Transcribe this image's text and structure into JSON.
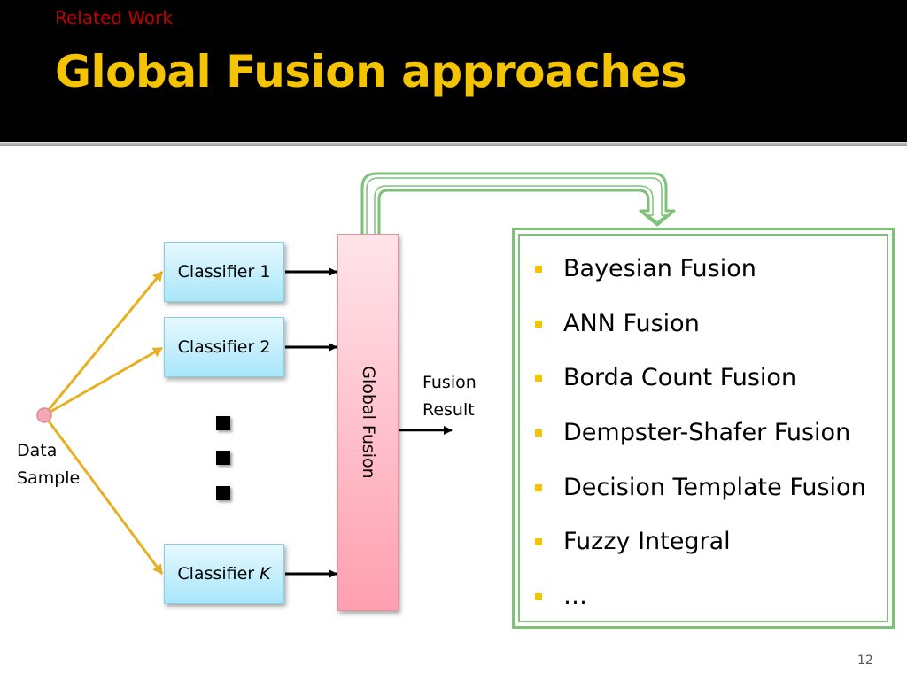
{
  "header": {
    "section_label": "Related Work",
    "title": "Global Fusion approaches"
  },
  "diagram": {
    "data_sample_lines": [
      "Data",
      "Sample"
    ],
    "classifiers": [
      {
        "prefix": "Classifier ",
        "suffix": "1",
        "italic_suffix": false
      },
      {
        "prefix": "Classifier ",
        "suffix": "2",
        "italic_suffix": false
      },
      {
        "prefix": "Classifier ",
        "suffix": "K",
        "italic_suffix": true
      }
    ],
    "fusion_block_label": "Global Fusion",
    "fusion_result_lines": [
      "Fusion",
      "Result"
    ],
    "methods": [
      "Bayesian Fusion",
      "ANN Fusion",
      "Borda Count Fusion",
      "Dempster-Shafer Fusion",
      "Decision Template Fusion",
      "Fuzzy Integral",
      "…"
    ]
  },
  "colors": {
    "title": "#f5c400",
    "section_label": "#c00000",
    "connector": "#e6b020",
    "box_border": "#7ec27a",
    "bullet": "#f5c400"
  },
  "footer": {
    "page_number": "12"
  }
}
